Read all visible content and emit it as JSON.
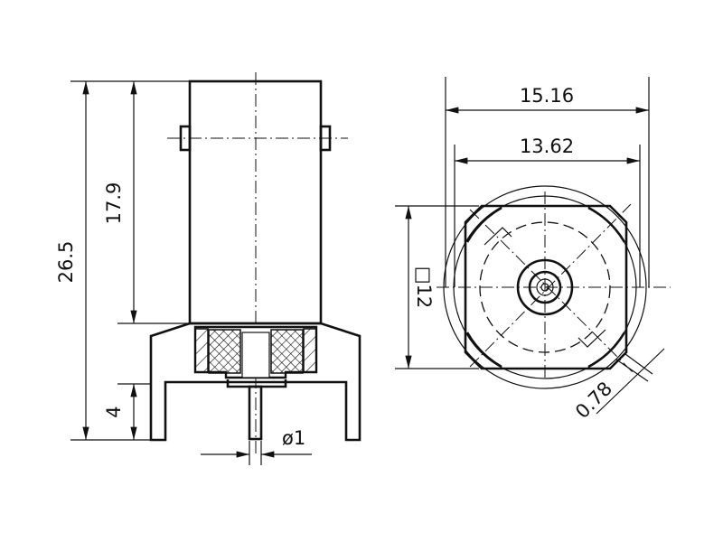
{
  "side_view": {
    "dim_overall_height": "26.5",
    "dim_body_height": "17.9",
    "dim_leg_length": "4",
    "dim_pin_diameter": "ø1"
  },
  "top_view": {
    "dim_outer_width": "15.16",
    "dim_inner_width": "13.62",
    "dim_square": "□12",
    "dim_chamfer": "0.78"
  }
}
